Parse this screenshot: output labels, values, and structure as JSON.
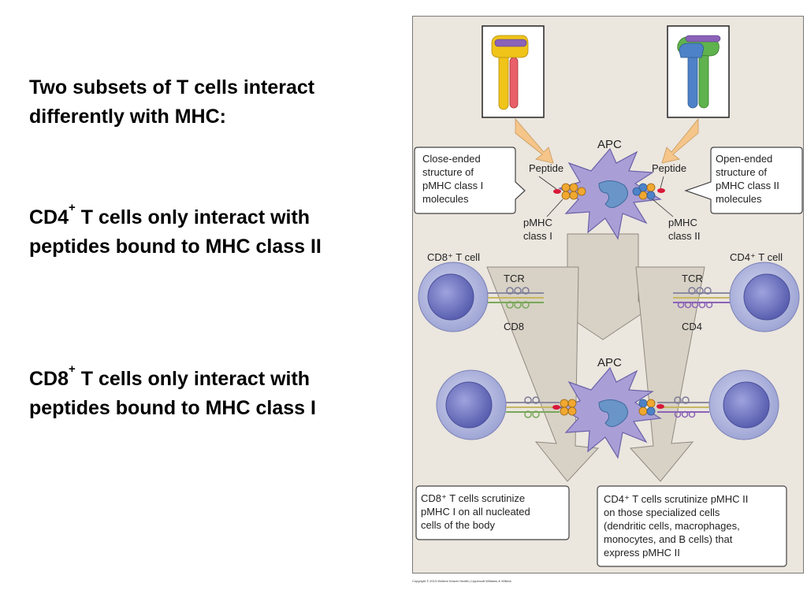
{
  "slide": {
    "heading_line1": "Two subsets of T cells interact",
    "heading_line2": "differently with MHC:",
    "cd4_prefix": "CD4",
    "cd4_sup": "+",
    "cd4_line1_rest": " T cells only interact with",
    "cd4_line2": "peptides bound to MHC class II",
    "cd8_prefix": "CD8",
    "cd8_sup": "+",
    "cd8_line1_rest": " T cells only interact with",
    "cd8_line2": "peptides bound to MHC class I"
  },
  "figure": {
    "apc_top": "APC",
    "apc_bottom": "APC",
    "peptide_left": "Peptide",
    "peptide_right": "Peptide",
    "pmhc_left_1": "pMHC",
    "pmhc_left_2": "class I",
    "pmhc_right_1": "pMHC",
    "pmhc_right_2": "class II",
    "callout_left": [
      "Close-ended",
      "structure of",
      "pMHC class I",
      "molecules"
    ],
    "callout_right": [
      "Open-ended",
      "structure of",
      "pMHC class II",
      "molecules"
    ],
    "cd8_cell_label": "CD8⁺ T cell",
    "cd4_cell_label": "CD4⁺ T cell",
    "tcr_left": "TCR",
    "tcr_right": "TCR",
    "cd8_label": "CD8",
    "cd4_label": "CD4",
    "caption_left": [
      "CD8⁺ T cells scrutinize",
      "pMHC I on all nucleated",
      "cells of the body"
    ],
    "caption_right": [
      "CD4⁺ T cells scrutinize pMHC II",
      "on those specialized cells",
      "(dendritic cells, macrophages,",
      "monocytes, and B cells) that",
      "express pMHC II"
    ],
    "copyright": "Copyright © 2013 Wolters Kluwer Health | Lippincott Williams & Wilkins"
  },
  "colors": {
    "panel_bg": "#ebe6de",
    "apc_fill": "#a99fd6",
    "apc_nucleus": "#6a95c8",
    "tcell_outer": "#b6bce0",
    "tcell_inner": "#6e73c0",
    "arrow_orange": "#f5c58a",
    "mhc1_yellow": "#f0c419",
    "mhc1_red": "#e8606a",
    "mhc2_green": "#5fb24e",
    "mhc2_blue": "#4d82c8",
    "peptide_purple": "#8a62b8",
    "peptide_red": "#d8183a"
  }
}
